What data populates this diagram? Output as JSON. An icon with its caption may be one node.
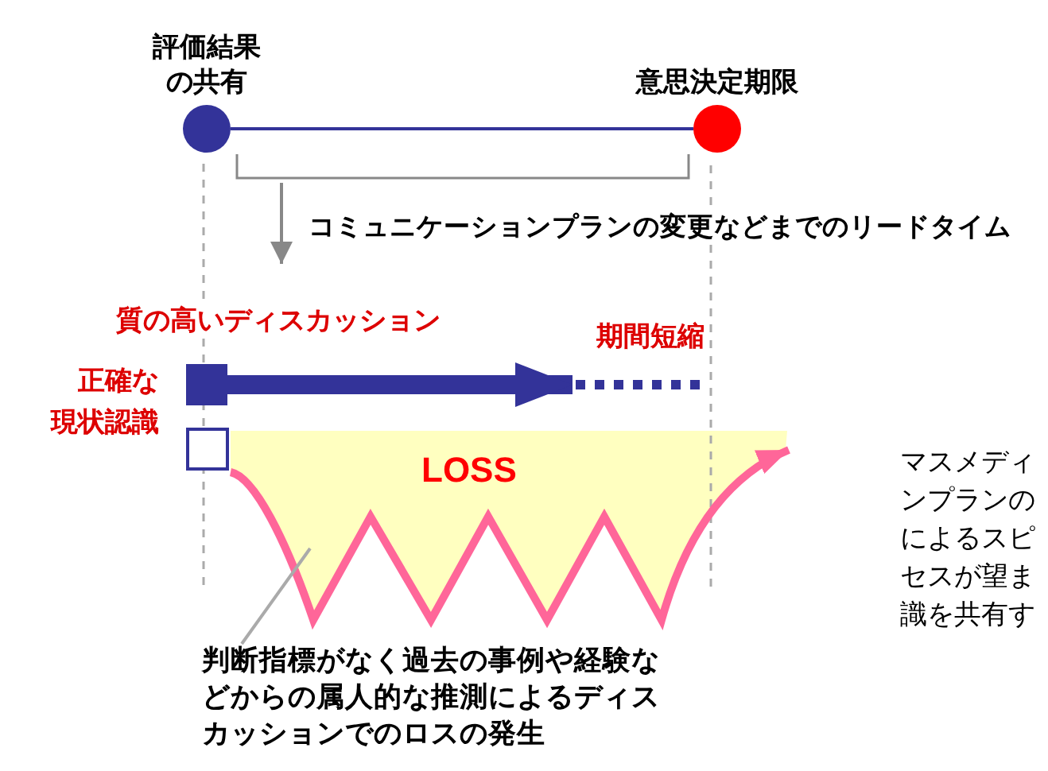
{
  "diagram": {
    "nodes": [
      {
        "text": [
          "評価結果の共有"
        ]
      },
      {
        "text": [
          "意思決定期限"
        ]
      },
      {
        "text": [],
        "shape": "box",
        "beside": [
          "正確な現状認識"
        ]
      },
      {
        "text": [],
        "shape": "bar"
      },
      {
        "text": [],
        "shape": "box"
      },
      {
        "text": [
          "LOSS"
        ]
      },
      {
        "text": [
          "判断指標がなく過去の事例や経験などからの属人的な推測によるディスカッションでのロスの発生"
        ]
      }
    ],
    "edges": [
      {
        "from": 0,
        "to": 1,
        "arrow": "none"
      },
      {
        "from": 2,
        "to": 3,
        "arrow": "to",
        "style": "thick",
        "label": "質の高いディスカッション"
      },
      {
        "from": 4,
        "to": 5,
        "arrow": "to",
        "style": "thick",
        "color": "#ff6699"
      },
      {
        "from": 6,
        "to": 5,
        "arrow": "none",
        "color": "#aaaaaa"
      }
    ],
    "labels": [
      "コミュニケーションプランの変更などまでのリードタイム",
      "期間短縮",
      "マスメディ",
      "ンプランの",
      "によるスピ",
      "セスが望ま",
      "識を共有す"
    ]
  }
}
